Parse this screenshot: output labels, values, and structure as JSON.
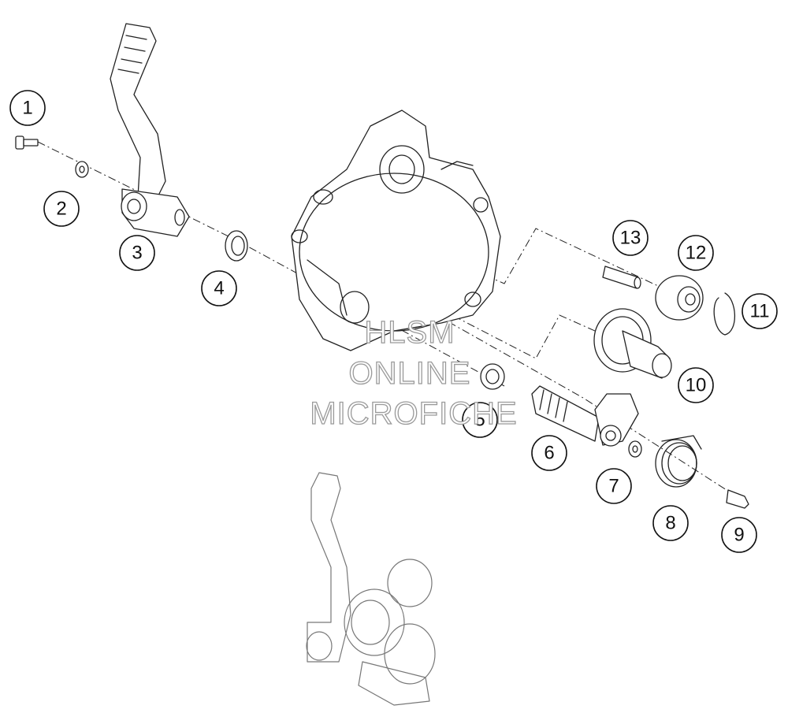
{
  "callouts": [
    {
      "label": "1"
    },
    {
      "label": "2"
    },
    {
      "label": "3"
    },
    {
      "label": "4"
    },
    {
      "label": "5"
    },
    {
      "label": "6"
    },
    {
      "label": "7"
    },
    {
      "label": "8"
    },
    {
      "label": "9"
    },
    {
      "label": "10"
    },
    {
      "label": "11"
    },
    {
      "label": "12"
    },
    {
      "label": "13"
    }
  ],
  "watermark": {
    "line1": "HLSM",
    "line2": "ONLINE",
    "line3": "MICROFICHE"
  },
  "colors": {
    "line": "#222222",
    "watermark_outline": "#9a9a9a",
    "background": "#ffffff"
  }
}
